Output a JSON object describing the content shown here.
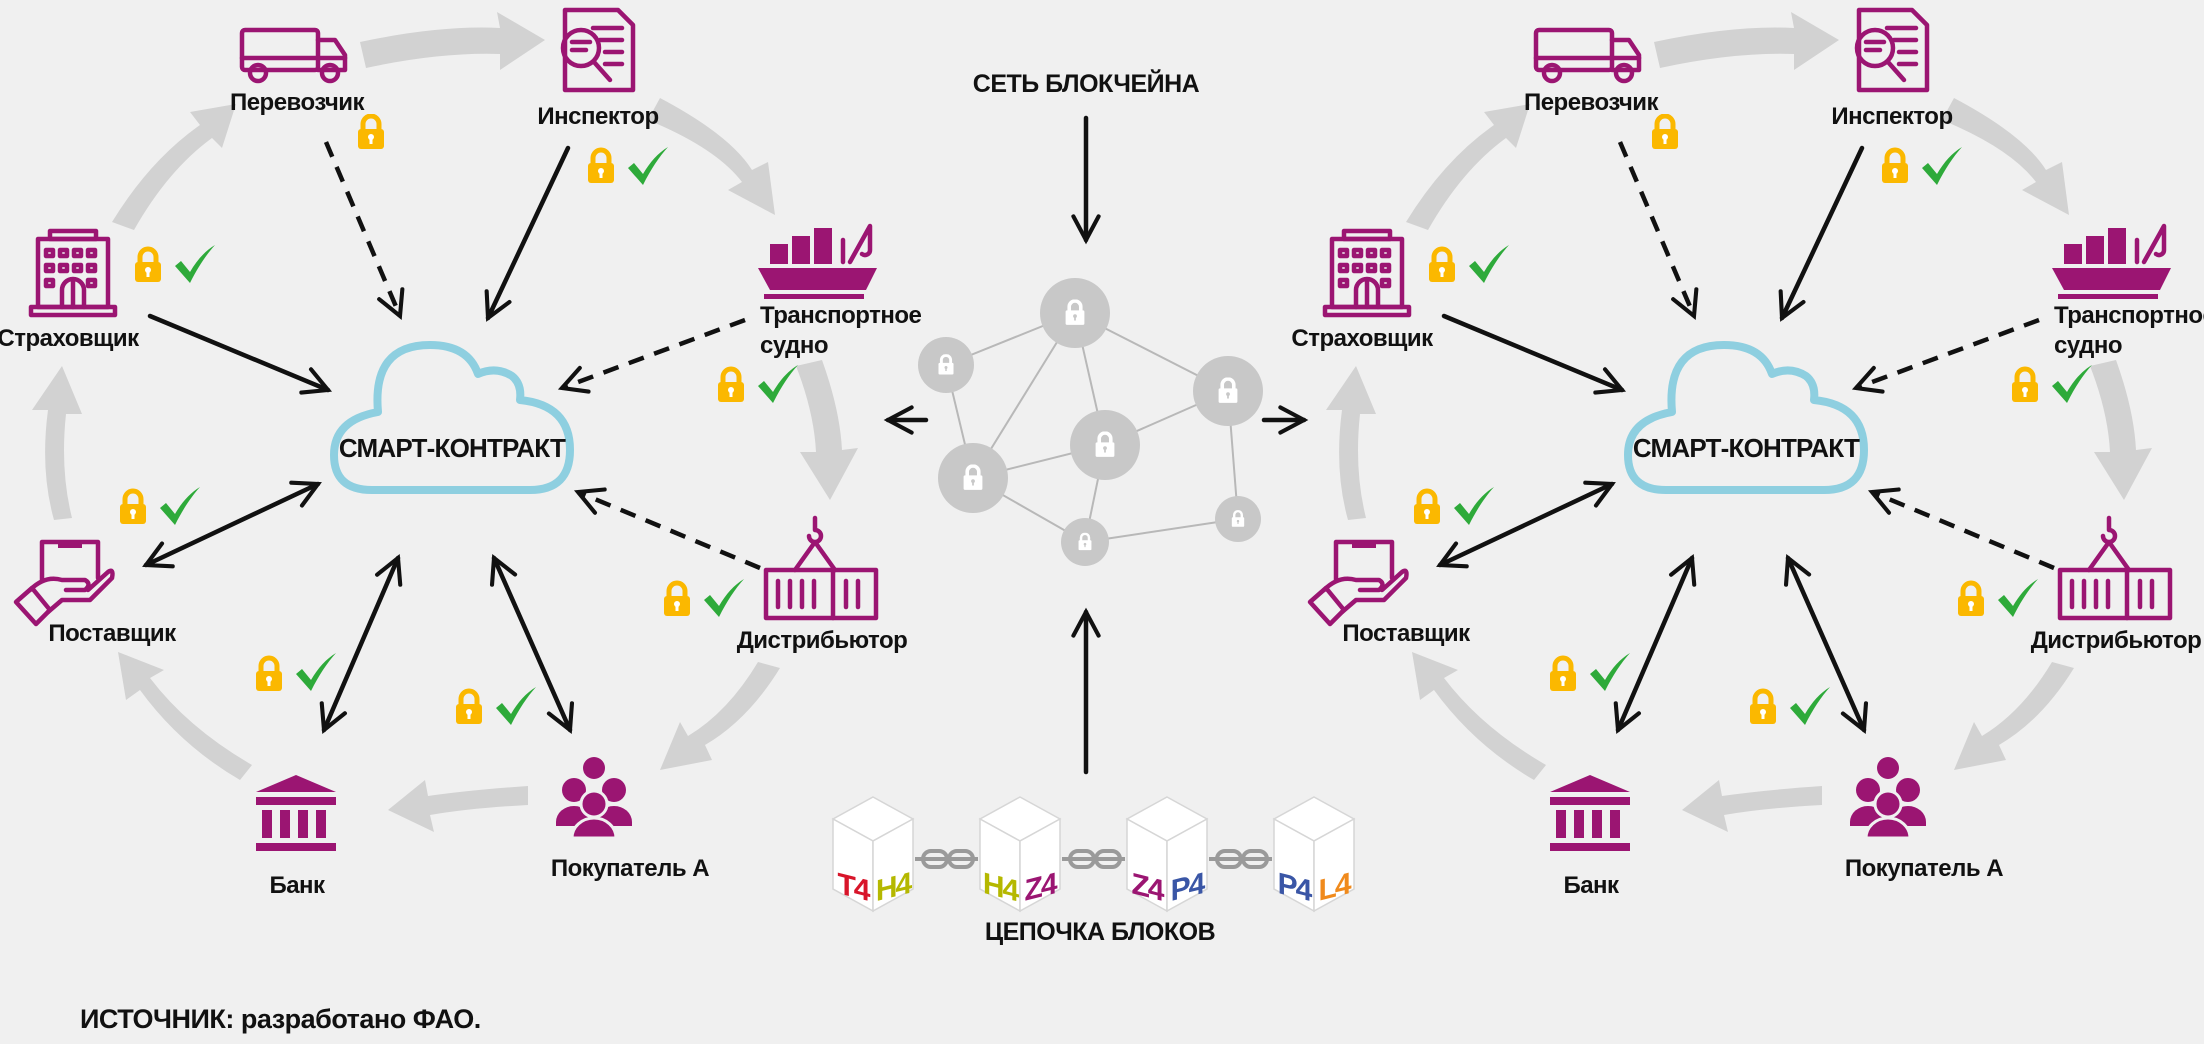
{
  "colors": {
    "background": "#f0f0f0",
    "icon_purple": "#9b1572",
    "lock_yellow": "#fbb800",
    "check_green": "#2eaa3a",
    "cloud_blue": "#8ecfe0",
    "flow_gray": "#d2d2d2",
    "node_gray": "#c8c8c8"
  },
  "network": {
    "title": "СЕТЬ БЛОКЧЕЙНА",
    "node_icon": "lock-icon"
  },
  "chain": {
    "title": "ЦЕПОЧКА БЛОКОВ",
    "blocks": [
      {
        "left": "T4",
        "left_color": "#d8152a",
        "right": "H4",
        "right_color": "#b5b800"
      },
      {
        "left": "H4",
        "left_color": "#b5b800",
        "right": "Z4",
        "right_color": "#9b1572"
      },
      {
        "left": "Z4",
        "left_color": "#9b1572",
        "right": "P4",
        "right_color": "#3a56a6"
      },
      {
        "left": "P4",
        "left_color": "#3a56a6",
        "right": "L4",
        "right_color": "#f08a1c"
      }
    ]
  },
  "clusters": [
    {
      "id": "left",
      "smart_contract": "СМАРТ-КОНТРАКТ",
      "participants": {
        "carrier": {
          "label": "Перевозчик",
          "icon": "truck-icon",
          "lock": true,
          "check": false,
          "link": "dashed-to-contract"
        },
        "inspector": {
          "label": "Инспектор",
          "icon": "document-search-icon",
          "lock": true,
          "check": true,
          "link": "solid-to-contract"
        },
        "ship": {
          "label_line1": "Транспортное",
          "label_line2": "судно",
          "icon": "cargo-ship-icon",
          "lock": true,
          "check": true,
          "link": "dashed-to-contract"
        },
        "distributor": {
          "label": "Дистрибьютор",
          "icon": "container-crane-icon",
          "lock": true,
          "check": true,
          "link": "dashed-to-contract"
        },
        "buyer": {
          "label": "Покупатель А",
          "icon": "people-group-icon",
          "lock": true,
          "check": true,
          "link": "bidirectional"
        },
        "bank": {
          "label": "Банк",
          "icon": "bank-icon",
          "lock": true,
          "check": true,
          "link": "bidirectional"
        },
        "supplier": {
          "label": "Поставщик",
          "icon": "hand-box-icon",
          "lock": true,
          "check": true,
          "link": "bidirectional"
        },
        "insurer": {
          "label": "Страховщик",
          "icon": "building-icon",
          "lock": true,
          "check": true,
          "link": "solid-to-contract"
        }
      }
    },
    {
      "id": "right",
      "smart_contract": "СМАРТ-КОНТРАКТ",
      "participants": {
        "carrier": {
          "label": "Перевозчик",
          "icon": "truck-icon",
          "lock": true,
          "check": false,
          "link": "dashed-to-contract"
        },
        "inspector": {
          "label": "Инспектор",
          "icon": "document-search-icon",
          "lock": true,
          "check": true,
          "link": "solid-to-contract"
        },
        "ship": {
          "label_line1": "Транспортное",
          "label_line2": "судно",
          "icon": "cargo-ship-icon",
          "lock": true,
          "check": true,
          "link": "dashed-to-contract"
        },
        "distributor": {
          "label": "Дистрибьютор",
          "icon": "container-crane-icon",
          "lock": true,
          "check": true,
          "link": "dashed-to-contract"
        },
        "buyer": {
          "label": "Покупатель А",
          "icon": "people-group-icon",
          "lock": true,
          "check": true,
          "link": "bidirectional"
        },
        "bank": {
          "label": "Банк",
          "icon": "bank-icon",
          "lock": true,
          "check": true,
          "link": "bidirectional"
        },
        "supplier": {
          "label": "Поставщик",
          "icon": "hand-box-icon",
          "lock": true,
          "check": true,
          "link": "bidirectional"
        },
        "insurer": {
          "label": "Страховщик",
          "icon": "building-icon",
          "lock": true,
          "check": true,
          "link": "solid-to-contract"
        }
      }
    }
  ],
  "footer": {
    "source": "ИСТОЧНИК: разработано ФАО."
  }
}
